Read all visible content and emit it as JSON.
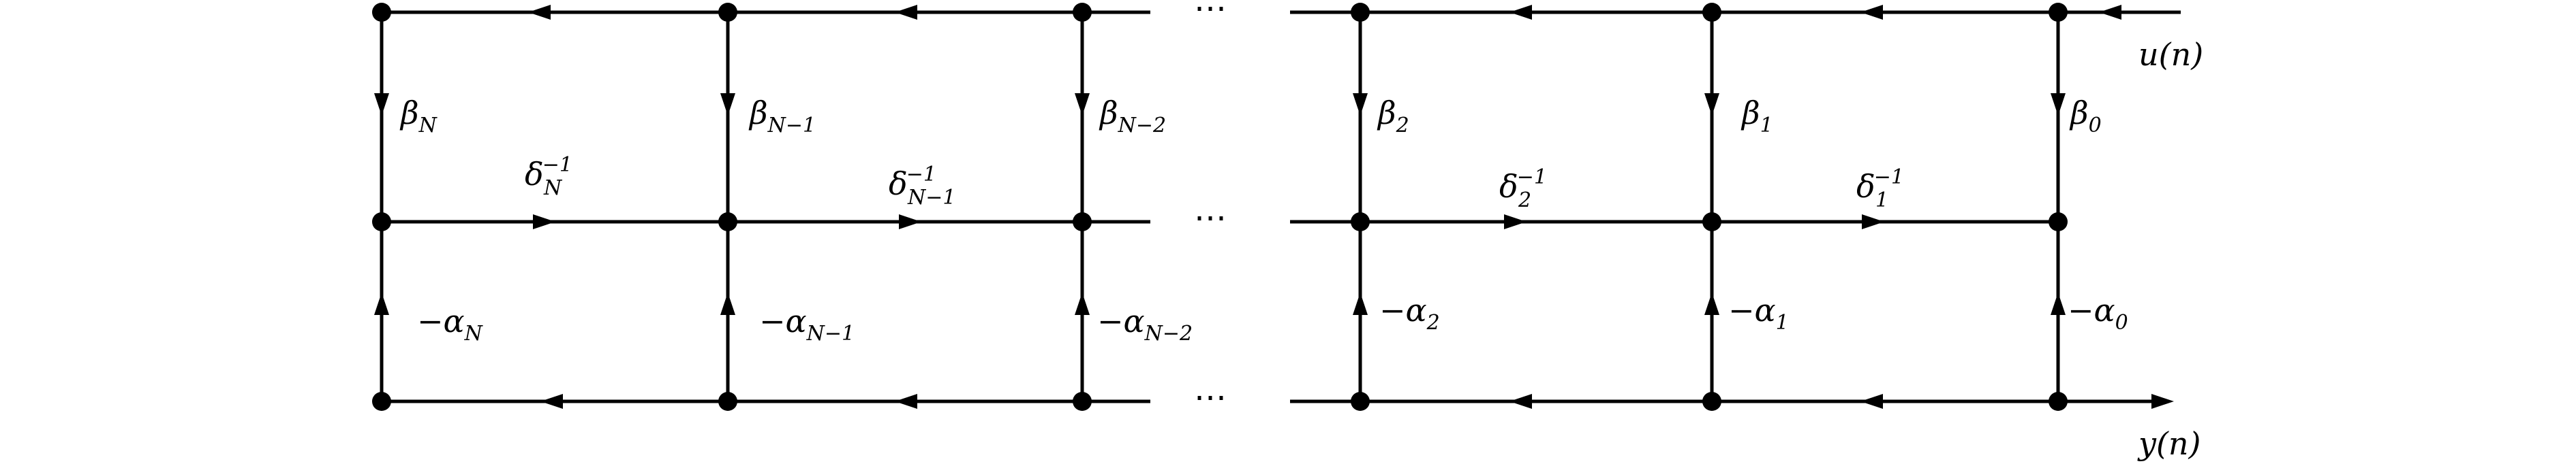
{
  "diagram": {
    "dots": "⋯",
    "signal_in": "u(n)",
    "signal_out": "y(n)",
    "columns": [
      {
        "beta": "β",
        "beta_sub": "N",
        "alpha": "−α",
        "alpha_sub": "N",
        "delta": "δ",
        "delta_sub": "N",
        "delta_sup": "−1"
      },
      {
        "beta": "β",
        "beta_sub": "N−1",
        "alpha": "−α",
        "alpha_sub": "N−1",
        "delta": "δ",
        "delta_sub": "N−1",
        "delta_sup": "−1"
      },
      {
        "beta": "β",
        "beta_sub": "N−2",
        "alpha": "−α",
        "alpha_sub": "N−2"
      },
      {
        "beta": "β",
        "beta_sub": "2",
        "alpha": "−α",
        "alpha_sub": "2",
        "delta": "δ",
        "delta_sub": "2",
        "delta_sup": "−1"
      },
      {
        "beta": "β",
        "beta_sub": "1",
        "alpha": "−α",
        "alpha_sub": "1",
        "delta": "δ",
        "delta_sub": "1",
        "delta_sup": "−1"
      },
      {
        "beta": "β",
        "beta_sub": "0",
        "alpha": "−α",
        "alpha_sub": "0"
      }
    ]
  }
}
